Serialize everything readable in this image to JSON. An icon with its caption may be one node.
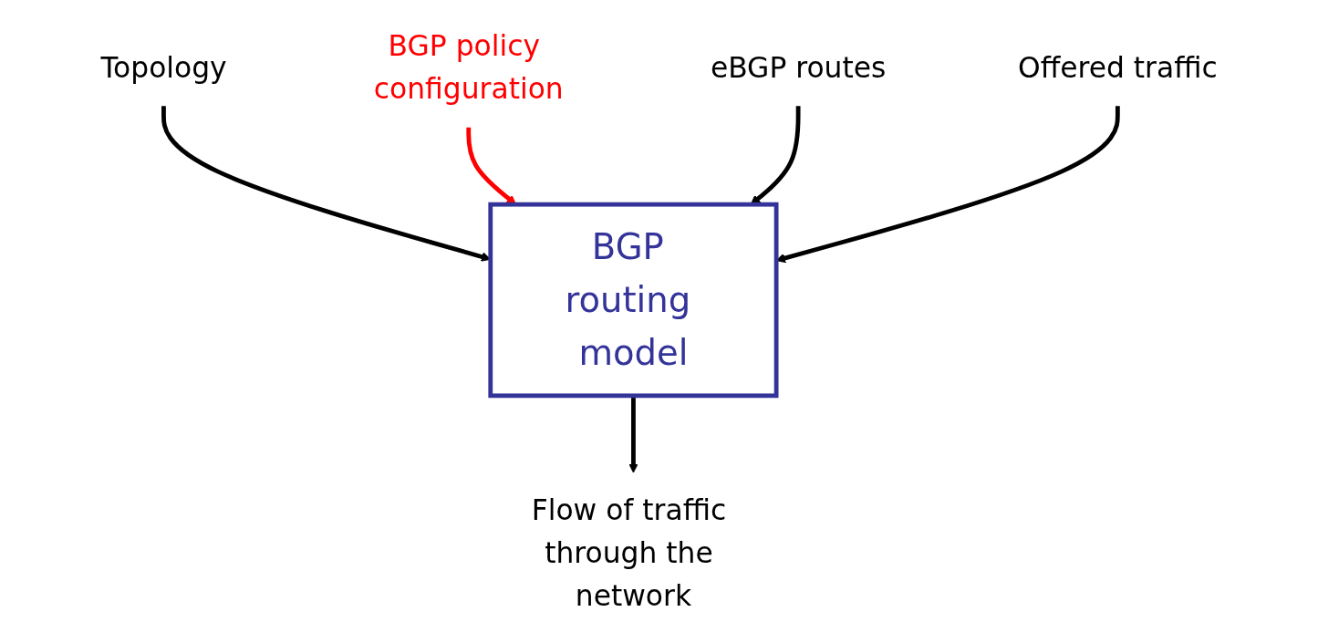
{
  "diagram": {
    "nodes": [
      {
        "text": [
          "Topology"
        ]
      },
      {
        "text": [
          "BGP policy configuration"
        ]
      },
      {
        "text": [
          "eBGP routes"
        ]
      },
      {
        "text": [
          "BGP routing model"
        ]
      },
      {
        "text": [
          "Offered traffic"
        ]
      },
      {
        "text": [
          "Flow of traffic through the network"
        ]
      }
    ],
    "edges": [
      {
        "from": 0,
        "to": 3,
        "arrow": "to"
      },
      {
        "from": 1,
        "to": 3,
        "arrow": "to",
        "color": "#ff0000"
      },
      {
        "from": 2,
        "to": 3,
        "arrow": "to"
      },
      {
        "from": 4,
        "to": 3,
        "arrow": "to"
      },
      {
        "from": 3,
        "to": 5,
        "arrow": "to"
      }
    ]
  }
}
